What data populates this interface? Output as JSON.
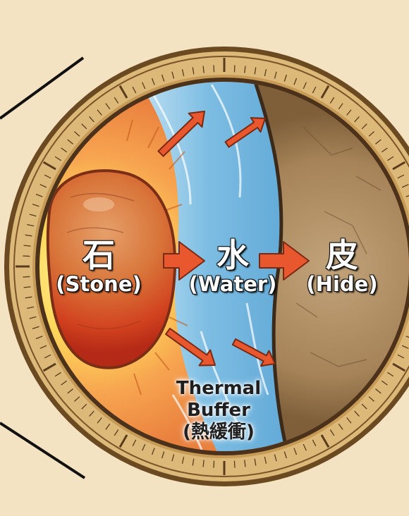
{
  "labels": {
    "stone": {
      "cn": "石",
      "en": "(Stone)"
    },
    "water": {
      "cn": "水",
      "en": "(Water)"
    },
    "hide": {
      "cn": "皮",
      "en": "(Hide)"
    }
  },
  "buffer": {
    "line1": "Thermal",
    "line2": "Buffer",
    "line3": "(熱緩衝)"
  },
  "colors": {
    "background": "#f3e3c2",
    "ring_outer": "#6b4a22",
    "ring_fill": "#d9b873",
    "stone_core": "#c9301c",
    "stone_edge": "#8a3a1f",
    "glow": "#ffd84a",
    "water": "#8ec8e6",
    "hide": "#a7835a",
    "arrow": "#e8572e"
  }
}
